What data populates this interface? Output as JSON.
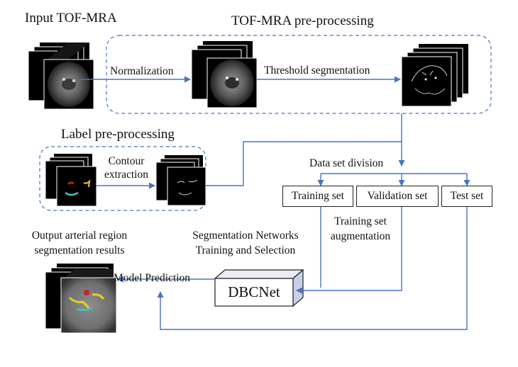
{
  "titles": {
    "input": "Input TOF-MRA",
    "preprocessing": "TOF-MRA pre-processing",
    "label_preprocessing": "Label pre-processing",
    "output": "Output arterial region segmentation results"
  },
  "steps": {
    "normalization": "Normalization",
    "threshold": "Threshold segmentation",
    "contour": "Contour extraction",
    "data_division": "Data set division",
    "augmentation": "Training set augmentation",
    "networks": "Segmentation Networks Training and Selection",
    "prediction": "Model Prediction"
  },
  "boxes": {
    "training": "Training set",
    "validation": "Validation set",
    "test": "Test set",
    "model": "DBCNet"
  },
  "text_lines": {
    "contour_1": "Contour",
    "contour_2": "extraction",
    "aug_1": "Training set",
    "aug_2": "augmentation",
    "net_1": "Segmentation Networks",
    "net_2": "Training and Selection",
    "out_1": "Output arterial region",
    "out_2": "segmentation results"
  },
  "colors": {
    "arrow": "#4a72c4",
    "dashed_border": "#4a72c4",
    "box_border": "#222222",
    "mra_gray": "#8a8a8a",
    "label_red": "#cc2222",
    "label_yellow": "#e8d020",
    "label_cyan": "#40c0c0"
  }
}
